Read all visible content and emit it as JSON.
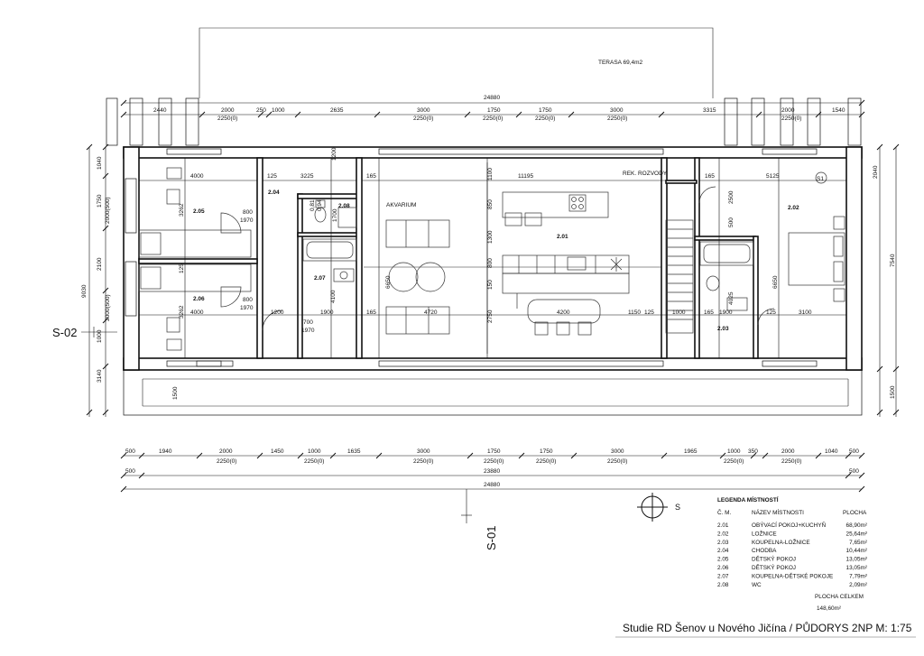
{
  "terrace_label": "TERASA 69,4m2",
  "top_dims": {
    "total": "24880",
    "row1": [
      "2440",
      "2000",
      "250",
      "1000",
      "2635",
      "3000",
      "1750",
      "1750",
      "3000",
      "3315",
      "2000",
      "1540"
    ],
    "row1_sub": [
      "2250(0)",
      "2250(0)",
      "2250(0)",
      "2250(0)",
      "2250(0)",
      "2250(0)"
    ]
  },
  "bottom_dims": {
    "row1": [
      "500",
      "1940",
      "2000",
      "1450",
      "1000",
      "1635",
      "3000",
      "1750",
      "1750",
      "3000",
      "1965",
      "1000",
      "350",
      "2000",
      "1040",
      "500"
    ],
    "row1_sub": [
      "2250(0)",
      "2250(0)",
      "2250(0)",
      "2250(0)",
      "2250(0)",
      "2250(0)",
      "2250(0)",
      "2250(0)"
    ],
    "row2": [
      "500",
      "23880",
      "500"
    ],
    "total": "24880"
  },
  "left_dims": [
    "1040",
    "1750",
    "2000(500)",
    "2100",
    "2000(500)",
    "1000",
    "3140",
    "1500"
  ],
  "left_total": "9030",
  "right_dims": [
    "2040",
    "7540",
    "1500"
  ],
  "rooms": [
    {
      "id": "2.01"
    },
    {
      "id": "2.02"
    },
    {
      "id": "2.03"
    },
    {
      "id": "2.04"
    },
    {
      "id": "2.05"
    },
    {
      "id": "2.06"
    },
    {
      "id": "2.07"
    },
    {
      "id": "2.08"
    }
  ],
  "plan_labels": {
    "akvarium": "AKVARIUM",
    "rek_rozvody": "REK. ROZVODY",
    "s1": "S1",
    "section_a": "S-02",
    "section_b": "S-01",
    "north": "S"
  },
  "inner_dims": {
    "d4000a": "4000",
    "d4000b": "4000",
    "d3262a": "3262",
    "d3262b": "3262",
    "d125a": "125",
    "d125b": "125",
    "d800a": "800",
    "d1970a": "1970",
    "d800b": "800",
    "d1970b": "1970",
    "d3225": "3225",
    "d165a": "165",
    "d11195": "11195",
    "d165b": "165",
    "d5125": "5125",
    "d1200v": "1200",
    "d1200": "1200",
    "d1900a": "1900",
    "d165c": "165",
    "d4720": "4720",
    "d4200": "4200",
    "d1150": "1150",
    "d125c": "125",
    "d1000": "1000",
    "d165d": "165",
    "d1900b": "1900",
    "d125d": "125",
    "d3100": "3100",
    "d6650a": "6650",
    "d6650b": "6650",
    "d2500": "2500",
    "d4025": "4025",
    "d700": "700",
    "d1970c": "1970",
    "d4100": "4100",
    "d1100": "1100",
    "d850": "850",
    "d1300": "1300",
    "d800v": "800",
    "d150": "150",
    "d2750": "2750",
    "d500": "500",
    "d081": "0,81",
    "d094": "0,94",
    "d1700": "1700"
  },
  "legend": {
    "title": "LEGENDA MÍSTNOSTÍ",
    "col_num": "Č. M.",
    "col_name": "NÁZEV MÍSTNOSTI",
    "col_area": "PLOCHA",
    "rows": [
      {
        "num": "2.01",
        "name": "OBÝVACÍ POKOJ+KUCHYŇ",
        "area": "68,90m²"
      },
      {
        "num": "2.02",
        "name": "LOŽNICE",
        "area": "25,64m²"
      },
      {
        "num": "2.03",
        "name": "KOUPELNA-LOŽNICE",
        "area": "7,65m²"
      },
      {
        "num": "2.04",
        "name": "CHODBA",
        "area": "10,44m²"
      },
      {
        "num": "2.05",
        "name": "DĚTSKÝ POKOJ",
        "area": "13,05m²"
      },
      {
        "num": "2.06",
        "name": "DĚTSKÝ POKOJ",
        "area": "13,05m²"
      },
      {
        "num": "2.07",
        "name": "KOUPELNA-DĚTSKÉ POKOJE",
        "area": "7,79m²"
      },
      {
        "num": "2.08",
        "name": "WC",
        "area": "2,09m²"
      }
    ],
    "total_label": "PLOCHA CELKEM",
    "total_value": "148,60m²"
  },
  "caption": "Studie RD Šenov u Nového Jičína  /  PŮDORYS 2NP M: 1:75"
}
